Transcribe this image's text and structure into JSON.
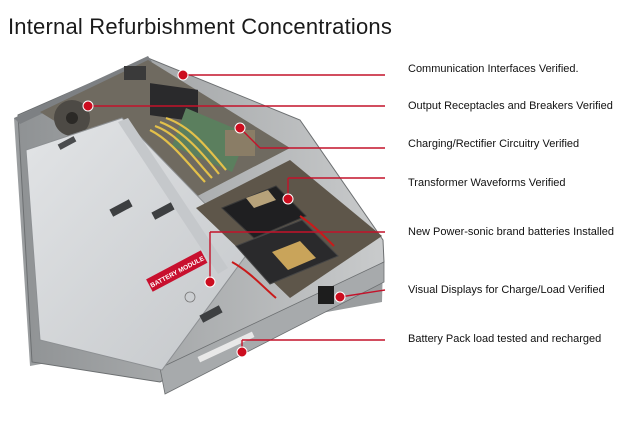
{
  "title": "Internal Refurbishment Concentrations",
  "sticker_text": "BATTERY MODULE",
  "colors": {
    "callout_red": "#cc0d1f",
    "case_metal": "#b9bcbd",
    "battery_cover": "#d6d9dc"
  },
  "callouts": [
    {
      "label": "Communication Interfaces Verified."
    },
    {
      "label": "Output Receptacles and Breakers Verified"
    },
    {
      "label": "Charging/Rectifier Circuitry Verified"
    },
    {
      "label": "Transformer Waveforms Verified"
    },
    {
      "label": "New Power-sonic brand batteries Installed"
    },
    {
      "label": "Visual Displays for Charge/Load Verified"
    },
    {
      "label": "Battery Pack load tested and recharged"
    }
  ]
}
